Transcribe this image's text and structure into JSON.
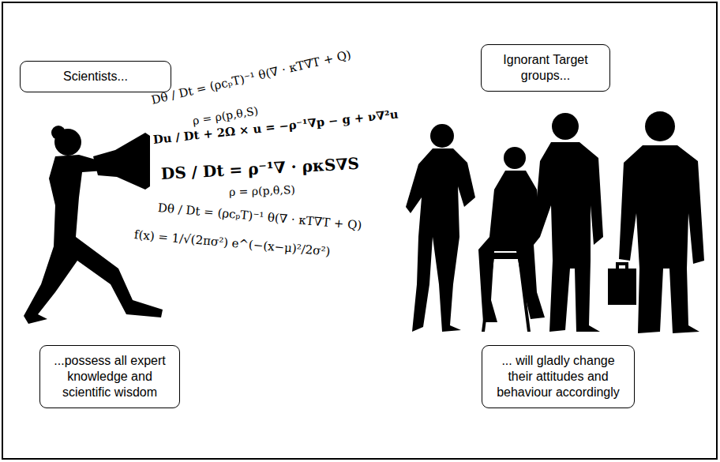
{
  "diagram": {
    "nodes": [
      {
        "text": [
          "Scientists..."
        ]
      },
      {
        "text": [
          "...possess all expert knowledge and scientific wisdom"
        ]
      },
      {
        "text": [
          "Ignorant Target groups..."
        ]
      },
      {
        "text": [
          "... will gladly change their attitudes and behaviour accordingly"
        ]
      }
    ],
    "labels": [
      "Dθ / Dt = (ρcₚT)⁻¹ θ(∇ · κT∇T + Q)",
      "ρ = ρ(p,θ,S)",
      "Du / Dt + 2Ω × u = −ρ⁻¹∇p − g + ν∇²u",
      "DS / Dt = ρ⁻¹∇ · ρκS∇S",
      "ρ = ρ(p,θ,S)",
      "Dθ / Dt = (ρcₚT)⁻¹ θ(∇ · κT∇T + Q)",
      "f(x) = 1/√(2πσ²) e^(−(x−μ)²/2σ²)"
    ]
  }
}
